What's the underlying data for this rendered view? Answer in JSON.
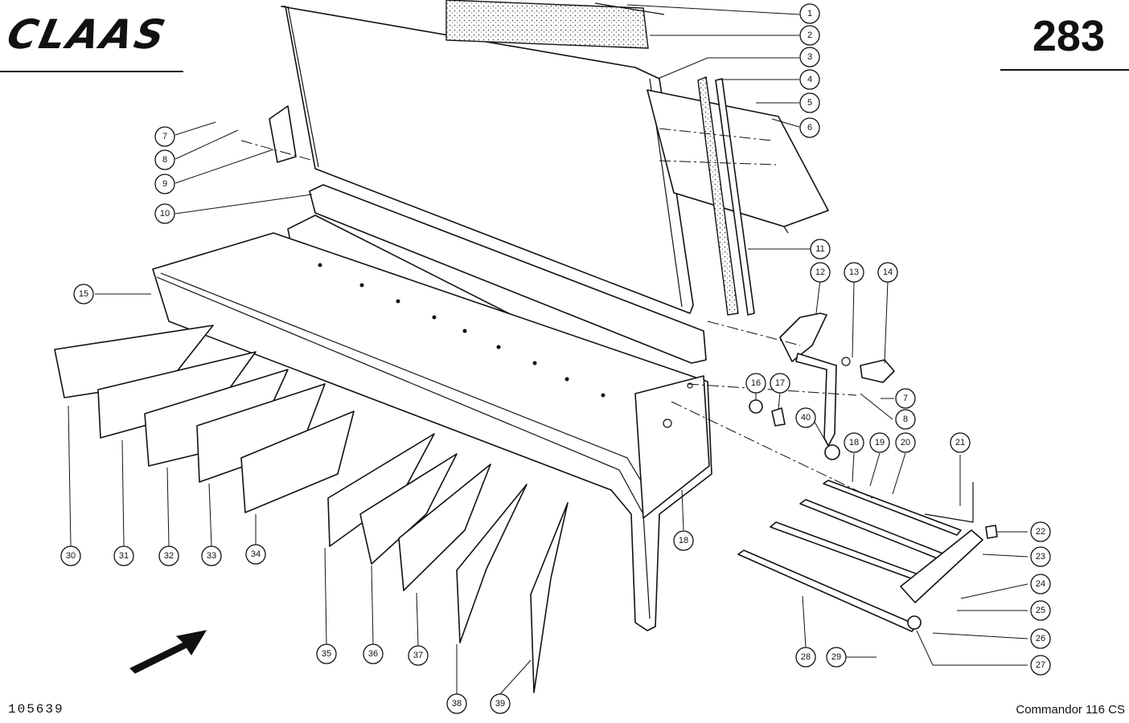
{
  "header": {
    "brand": "CLAAS",
    "page_number": "283"
  },
  "footer": {
    "drawing_number": "105639",
    "model": "Commandor 116 CS"
  },
  "callouts": [
    "1",
    "2",
    "3",
    "4",
    "5",
    "6",
    "7",
    "8",
    "9",
    "10",
    "11",
    "12",
    "13",
    "14",
    "15",
    "16",
    "17",
    "7",
    "8",
    "40",
    "18",
    "19",
    "20",
    "21",
    "18",
    "22",
    "23",
    "24",
    "25",
    "26",
    "27",
    "28",
    "29",
    "30",
    "31",
    "32",
    "33",
    "34",
    "35",
    "36",
    "37",
    "38",
    "39"
  ],
  "icons": {
    "direction": "travel-direction-arrow-icon"
  }
}
